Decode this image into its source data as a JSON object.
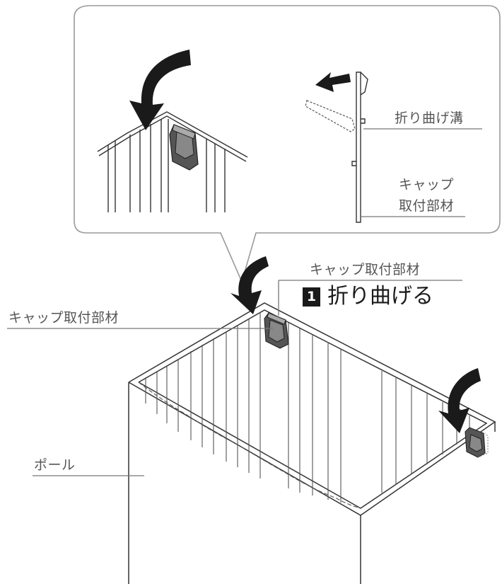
{
  "labels": {
    "groove": "折り曲げ溝",
    "cap_part_detail_line1": "キャップ",
    "cap_part_detail_line2": "取付部材",
    "cap_part_right": "キャップ取付部材",
    "cap_part_left": "キャップ取付部材",
    "pole": "ポール"
  },
  "step": {
    "number": "1",
    "text": "折り曲げる"
  },
  "colors": {
    "line": "#333333",
    "leader": "#777777",
    "arrow": "#1a1a1a",
    "clip": "#555555",
    "clip_highlight": "#aaaaaa"
  }
}
